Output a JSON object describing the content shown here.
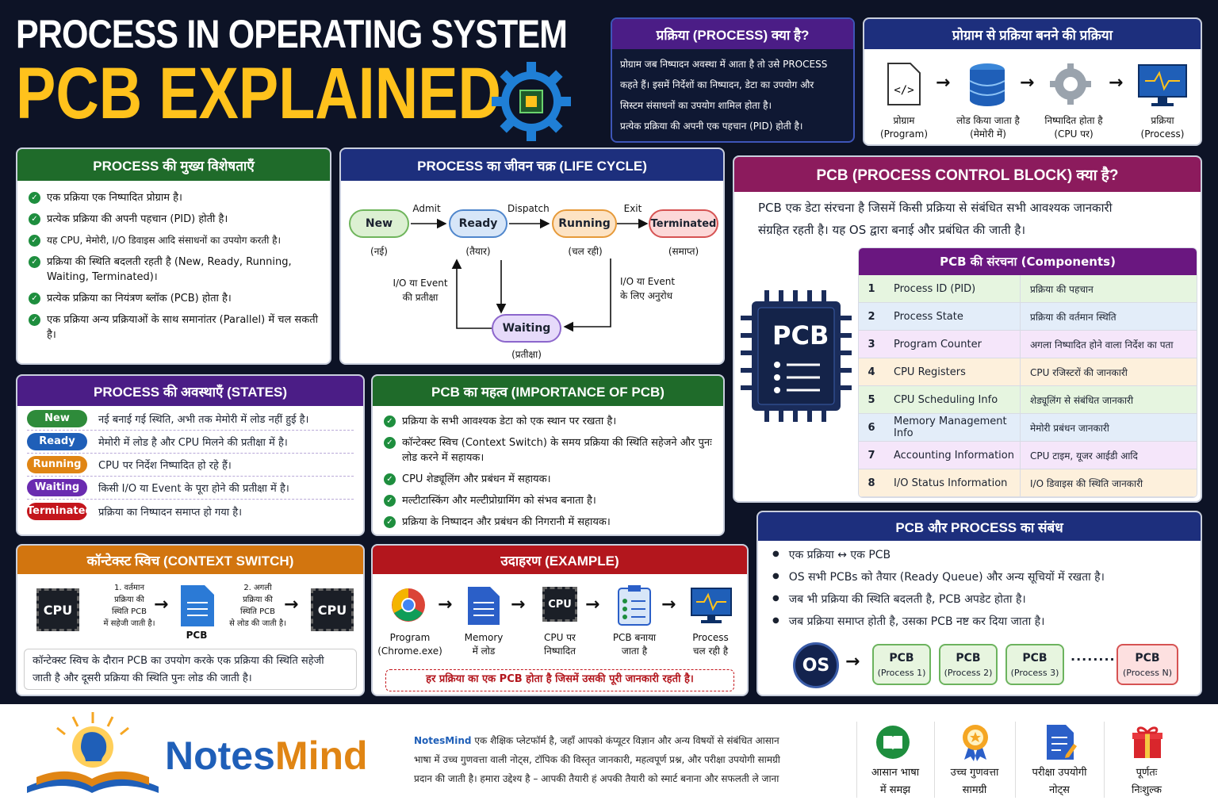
{
  "header": {
    "line1": "PROCESS IN OPERATING SYSTEM",
    "line2": "PCB EXPLAINED"
  },
  "what_is_process": {
    "title": "प्रक्रिया (PROCESS) क्या है?",
    "lines": [
      "प्रोग्राम जब निष्पादन अवस्था में आता है तो उसे PROCESS",
      "कहते हैं। इसमें निर्देशों का निष्पादन, डेटा का उपयोग और",
      "सिस्टम संसाधनों का उपयोग शामिल होता है।",
      "प्रत्येक प्रक्रिया की अपनी एक पहचान (PID) होती है।"
    ]
  },
  "program_to_process": {
    "title": "प्रोग्राम से प्रक्रिया बनने की प्रक्रिया",
    "steps": [
      {
        "l1": "प्रोग्राम",
        "l2": "(Program)"
      },
      {
        "l1": "लोड किया जाता है",
        "l2": "(मेमोरी में)"
      },
      {
        "l1": "निष्पादित होता है",
        "l2": "(CPU पर)"
      },
      {
        "l1": "प्रक्रिया",
        "l2": "(Process)"
      }
    ]
  },
  "features": {
    "title": "PROCESS की मुख्य विशेषताएँ",
    "items": [
      "एक प्रक्रिया एक निष्पादित प्रोग्राम है।",
      "प्रत्येक प्रक्रिया की अपनी पहचान (PID) होती है।",
      "यह CPU, मेमोरी, I/O डिवाइस आदि संसाधनों का उपयोग करती है।",
      "प्रक्रिया की स्थिति बदलती रहती है (New, Ready, Running, Waiting, Terminated)।",
      "प्रत्येक प्रक्रिया का नियंत्रण ब्लॉक (PCB) होता है।",
      "एक प्रक्रिया अन्य प्रक्रियाओं के साथ समानांतर (Parallel) में चल सकती है।"
    ]
  },
  "lifecycle": {
    "title": "PROCESS का जीवन चक्र (LIFE CYCLE)",
    "nodes": {
      "new": "New",
      "ready": "Ready",
      "running": "Running",
      "terminated": "Terminated",
      "waiting": "Waiting"
    },
    "hindi": {
      "new": "(नई)",
      "ready": "(तैयार)",
      "running": "(चल रही)",
      "terminated": "(समाप्त)",
      "waiting": "(प्रतीक्षा)"
    },
    "edges": {
      "admit": "Admit",
      "dispatch": "Dispatch",
      "exit": "Exit",
      "io_wait_1": "I/O या Event",
      "io_wait_2": "की प्रतीक्षा",
      "io_req_1": "I/O या Event",
      "io_req_2": "के लिए अनुरोध"
    }
  },
  "pcb_what": {
    "title": "PCB (PROCESS CONTROL BLOCK) क्या है?",
    "line1": "PCB एक डेटा संरचना है जिसमें किसी प्रक्रिया से संबंधित सभी आवश्यक जानकारी",
    "line2": "संग्रहित रहती है। यह OS द्वारा बनाई और प्रबंधित की जाती है।",
    "chip_label": "PCB",
    "components_title": "PCB की संरचना (Components)",
    "components": [
      {
        "n": "1",
        "en": "Process ID (PID)",
        "hi": "प्रक्रिया की पहचान"
      },
      {
        "n": "2",
        "en": "Process State",
        "hi": "प्रक्रिया की वर्तमान स्थिति"
      },
      {
        "n": "3",
        "en": "Program Counter",
        "hi": "अगला निष्पादित होने वाला निर्देश का पता"
      },
      {
        "n": "4",
        "en": "CPU Registers",
        "hi": "CPU रजिस्टरों की जानकारी"
      },
      {
        "n": "5",
        "en": "CPU Scheduling Info",
        "hi": "शेड्यूलिंग से संबंधित जानकारी"
      },
      {
        "n": "6",
        "en": "Memory Management Info",
        "hi": "मेमोरी प्रबंधन जानकारी"
      },
      {
        "n": "7",
        "en": "Accounting Information",
        "hi": "CPU टाइम, यूजर आईडी आदि"
      },
      {
        "n": "8",
        "en": "I/O Status Information",
        "hi": "I/O डिवाइस की स्थिति जानकारी"
      }
    ]
  },
  "states": {
    "title": "PROCESS की अवस्थाएँ (STATES)",
    "rows": [
      {
        "s": "New",
        "t": "नई बनाई गई स्थिति, अभी तक मेमोरी में लोड नहीं हुई है।",
        "c": "#2e8b3a"
      },
      {
        "s": "Ready",
        "t": "मेमोरी में लोड है और CPU मिलने की प्रतीक्षा में है।",
        "c": "#1f5fb8"
      },
      {
        "s": "Running",
        "t": "CPU पर निर्देश निष्पादित हो रहे हैं।",
        "c": "#e08514"
      },
      {
        "s": "Waiting",
        "t": "किसी I/O या Event के पूरा होने की प्रतीक्षा में है।",
        "c": "#6a2bb0"
      },
      {
        "s": "Terminated",
        "t": "प्रक्रिया का निष्पादन समाप्त हो गया है।",
        "c": "#c4161c"
      }
    ]
  },
  "importance": {
    "title": "PCB का महत्व (IMPORTANCE OF PCB)",
    "items": [
      "प्रक्रिया के सभी आवश्यक डेटा को एक स्थान पर रखता है।",
      "कॉन्टेक्स्ट स्विच (Context Switch) के समय प्रक्रिया की स्थिति सहेजने और पुनः लोड करने में सहायक।",
      "CPU शेड्यूलिंग और प्रबंधन में सहायक।",
      "मल्टीटास्किंग और मल्टीप्रोग्रामिंग को संभव बनाता है।",
      "प्रक्रिया के निष्पादन और प्रबंधन की निगरानी में सहायक।"
    ]
  },
  "context_switch": {
    "title": "कॉन्टेक्स्ट स्विच (CONTEXT SWITCH)",
    "cpu": "CPU",
    "step1": [
      "1. वर्तमान",
      "प्रक्रिया की",
      "स्थिति PCB",
      "में सहेजी जाती है।"
    ],
    "pcb": "PCB",
    "step2": [
      "2. अगली",
      "प्रक्रिया की",
      "स्थिति PCB",
      "से लोड की जाती है।"
    ],
    "desc1": "कॉन्टेक्स्ट स्विच के दौरान PCB का उपयोग करके एक प्रक्रिया की स्थिति सहेजी",
    "desc2": "जाती है और दूसरी प्रक्रिया की स्थिति पुनः लोड की जाती है।"
  },
  "example": {
    "title": "उदाहरण (EXAMPLE)",
    "steps": [
      {
        "l1": "Program",
        "l2": "(Chrome.exe)"
      },
      {
        "l1": "Memory",
        "l2": "में लोड"
      },
      {
        "l1": "CPU पर",
        "l2": "निष्पादित"
      },
      {
        "l1": "PCB बनाया",
        "l2": "जाता है"
      },
      {
        "l1": "Process",
        "l2": "चल रही है"
      }
    ],
    "cpu": "CPU",
    "note": "हर प्रक्रिया का एक PCB होता है जिसमें उसकी पूरी जानकारी रहती है।"
  },
  "relation": {
    "title": "PCB और PROCESS का संबंध",
    "items": [
      "एक प्रक्रिया ↔ एक PCB",
      "OS सभी PCBs को तैयार (Ready Queue) और अन्य सूचियों में रखता है।",
      "जब भी प्रक्रिया की स्थिति बदलती है, PCB अपडेट होता है।",
      "जब प्रक्रिया समाप्त होती है, उसका PCB नष्ट कर दिया जाता है।"
    ],
    "os": "OS",
    "pcbs": [
      {
        "t": "PCB",
        "s": "(Process 1)"
      },
      {
        "t": "PCB",
        "s": "(Process 2)"
      },
      {
        "t": "PCB",
        "s": "(Process 3)"
      },
      {
        "t": "PCB",
        "s": "(Process N)"
      }
    ],
    "dots": "........"
  },
  "footer": {
    "brand_a": "Notes",
    "brand_b": "Mind",
    "desc_brand": "NotesMind",
    "desc1": " एक शैक्षिक प्लेटफॉर्म है, जहाँ आपको कंप्यूटर विज्ञान और अन्य विषयों से संबंधित आसान",
    "desc2": "भाषा में उच्च गुणवत्ता वाली नोट्स, टॉपिक की विस्तृत जानकारी, महत्वपूर्ण प्रश्न, और परीक्षा उपयोगी सामग्री",
    "desc3": "प्रदान की जाती है। हमारा उद्देश्य है – आपकी तैयारी हं  अपकी तैयारी को स्मार्ट बनाना और सफलती ले जाना",
    "features": [
      {
        "l1": "आसान भाषा",
        "l2": "में समझ",
        "icon": "book-icon"
      },
      {
        "l1": "उच्च गुणवत्ता",
        "l2": "सामग्री",
        "icon": "award-icon"
      },
      {
        "l1": "परीक्षा उपयोगी",
        "l2": "नोट्स",
        "icon": "notes-icon"
      },
      {
        "l1": "पूर्णतः",
        "l2": "निःशुल्क",
        "icon": "gift-icon"
      }
    ]
  }
}
